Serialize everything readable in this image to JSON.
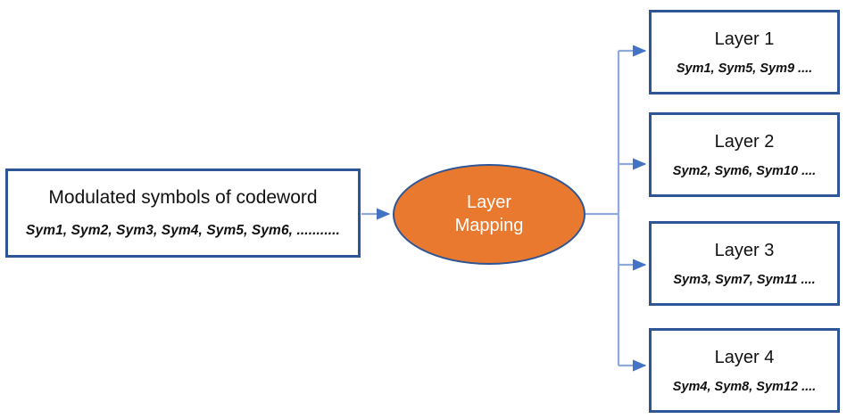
{
  "diagram": {
    "title": "Layer Mapping",
    "colors": {
      "box_border": "#2E5596",
      "ellipse_fill": "#E8792E",
      "ellipse_border": "#2E5596",
      "connector": "#8EA9DB",
      "arrowhead": "#4472C4",
      "text": "#111111",
      "ellipse_text": "#FFFFFF",
      "background": "#FFFFFF"
    },
    "source": {
      "title": "Modulated symbols of codeword",
      "symbols": "Sym1, Sym2, Sym3, Sym4, Sym5,  Sym6, ..........."
    },
    "process": {
      "label": "Layer\nMapping"
    },
    "layers": [
      {
        "title": "Layer 1",
        "symbols": "Sym1, Sym5, Sym9 ...."
      },
      {
        "title": "Layer 2",
        "symbols": "Sym2, Sym6, Sym10 ...."
      },
      {
        "title": "Layer 3",
        "symbols": "Sym3, Sym7, Sym11 ...."
      },
      {
        "title": "Layer 4",
        "symbols": "Sym4, Sym8, Sym12 ...."
      }
    ],
    "connectors": {
      "input_arrow": "source-to-layer-mapping",
      "output_arrows": [
        "layer-mapping-to-layer-1",
        "layer-mapping-to-layer-2",
        "layer-mapping-to-layer-3",
        "layer-mapping-to-layer-4"
      ]
    }
  }
}
